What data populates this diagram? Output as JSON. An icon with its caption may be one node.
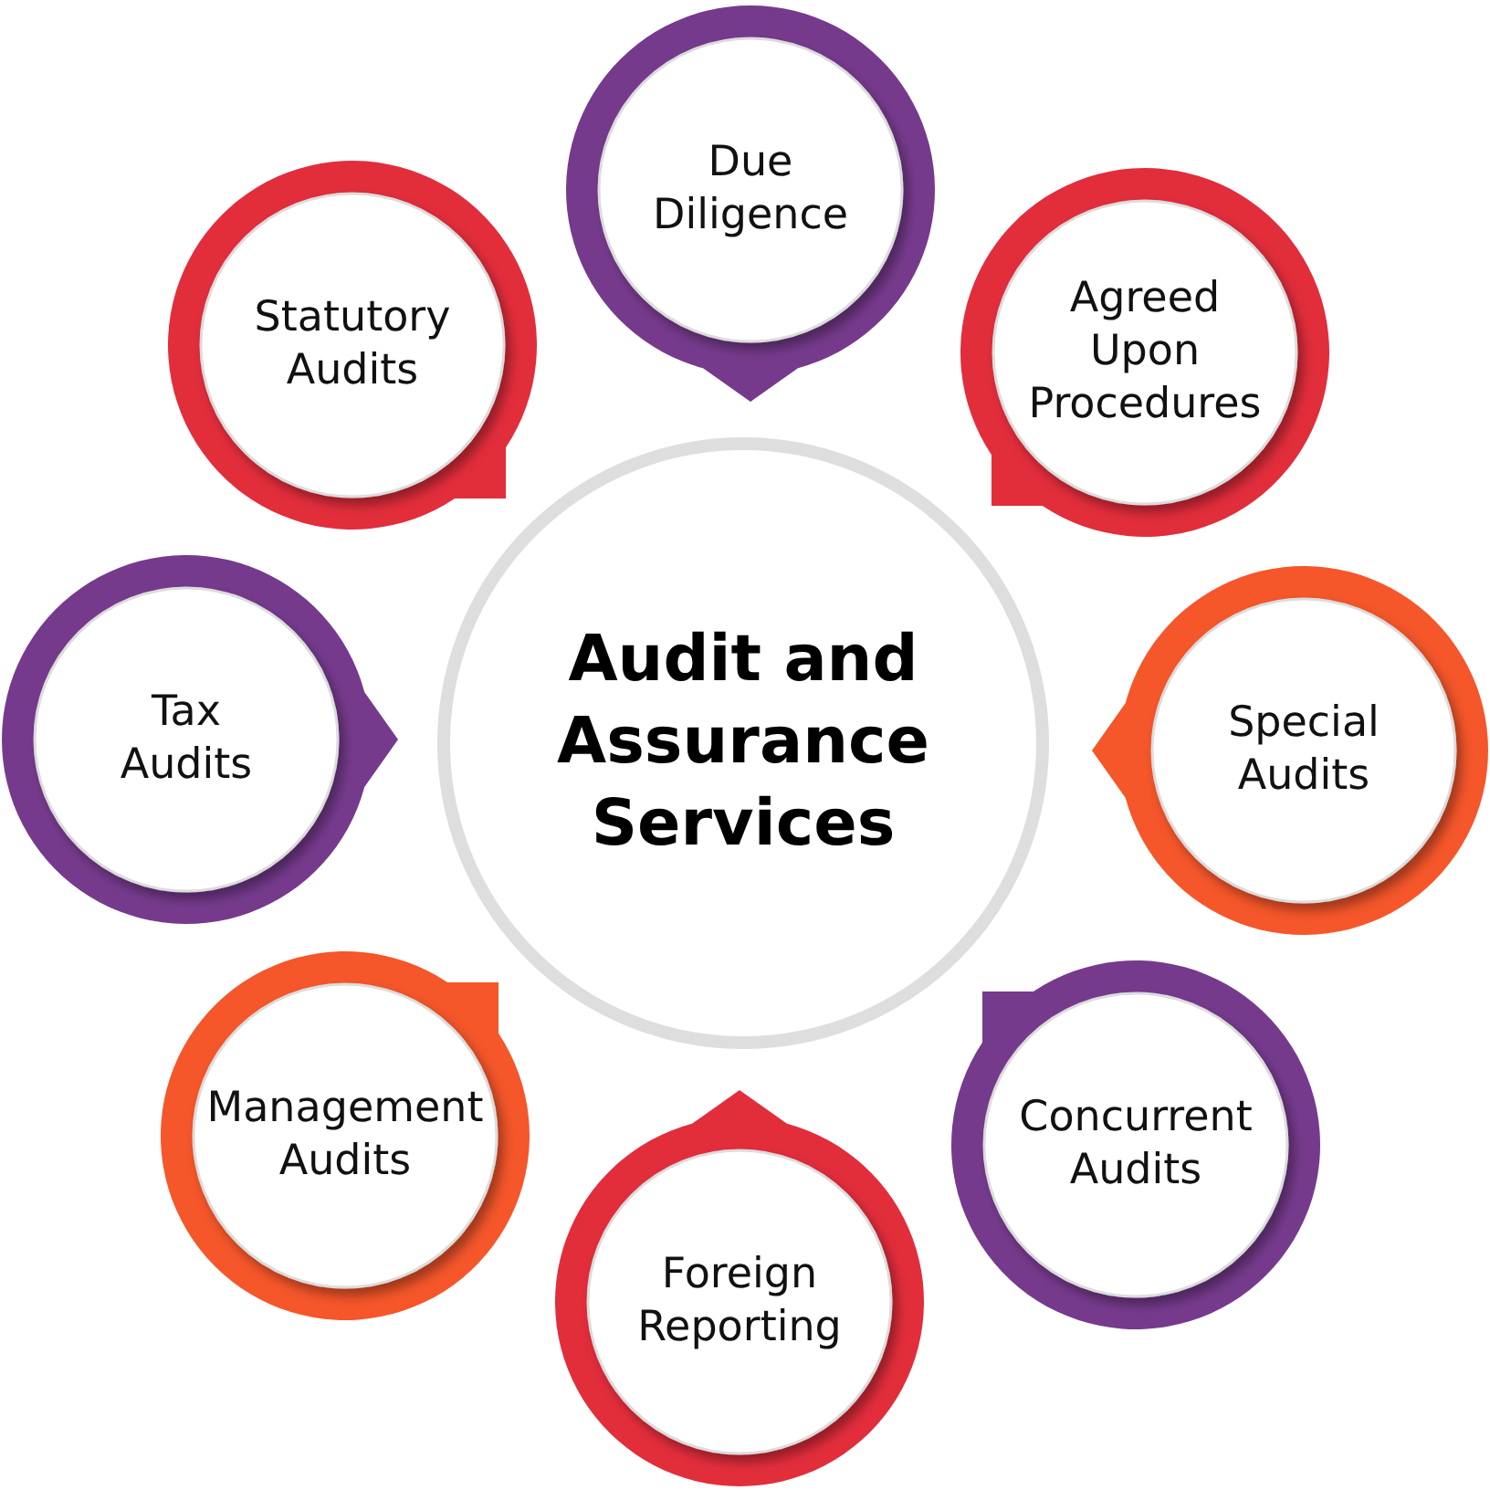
{
  "diagram": {
    "nodes": [
      {
        "text": [
          "Audit and Assurance Services"
        ]
      },
      {
        "text": [
          "Due Diligence"
        ]
      },
      {
        "text": [
          "Agreed Upon Procedures"
        ]
      },
      {
        "text": [
          "Special Audits"
        ]
      },
      {
        "text": [
          "Concurrent Audits"
        ]
      },
      {
        "text": [
          "Foreign Reporting"
        ]
      },
      {
        "text": [
          "Management Audits"
        ]
      },
      {
        "text": [
          "Tax Audits"
        ]
      },
      {
        "text": [
          "Statutory Audits"
        ]
      }
    ]
  }
}
